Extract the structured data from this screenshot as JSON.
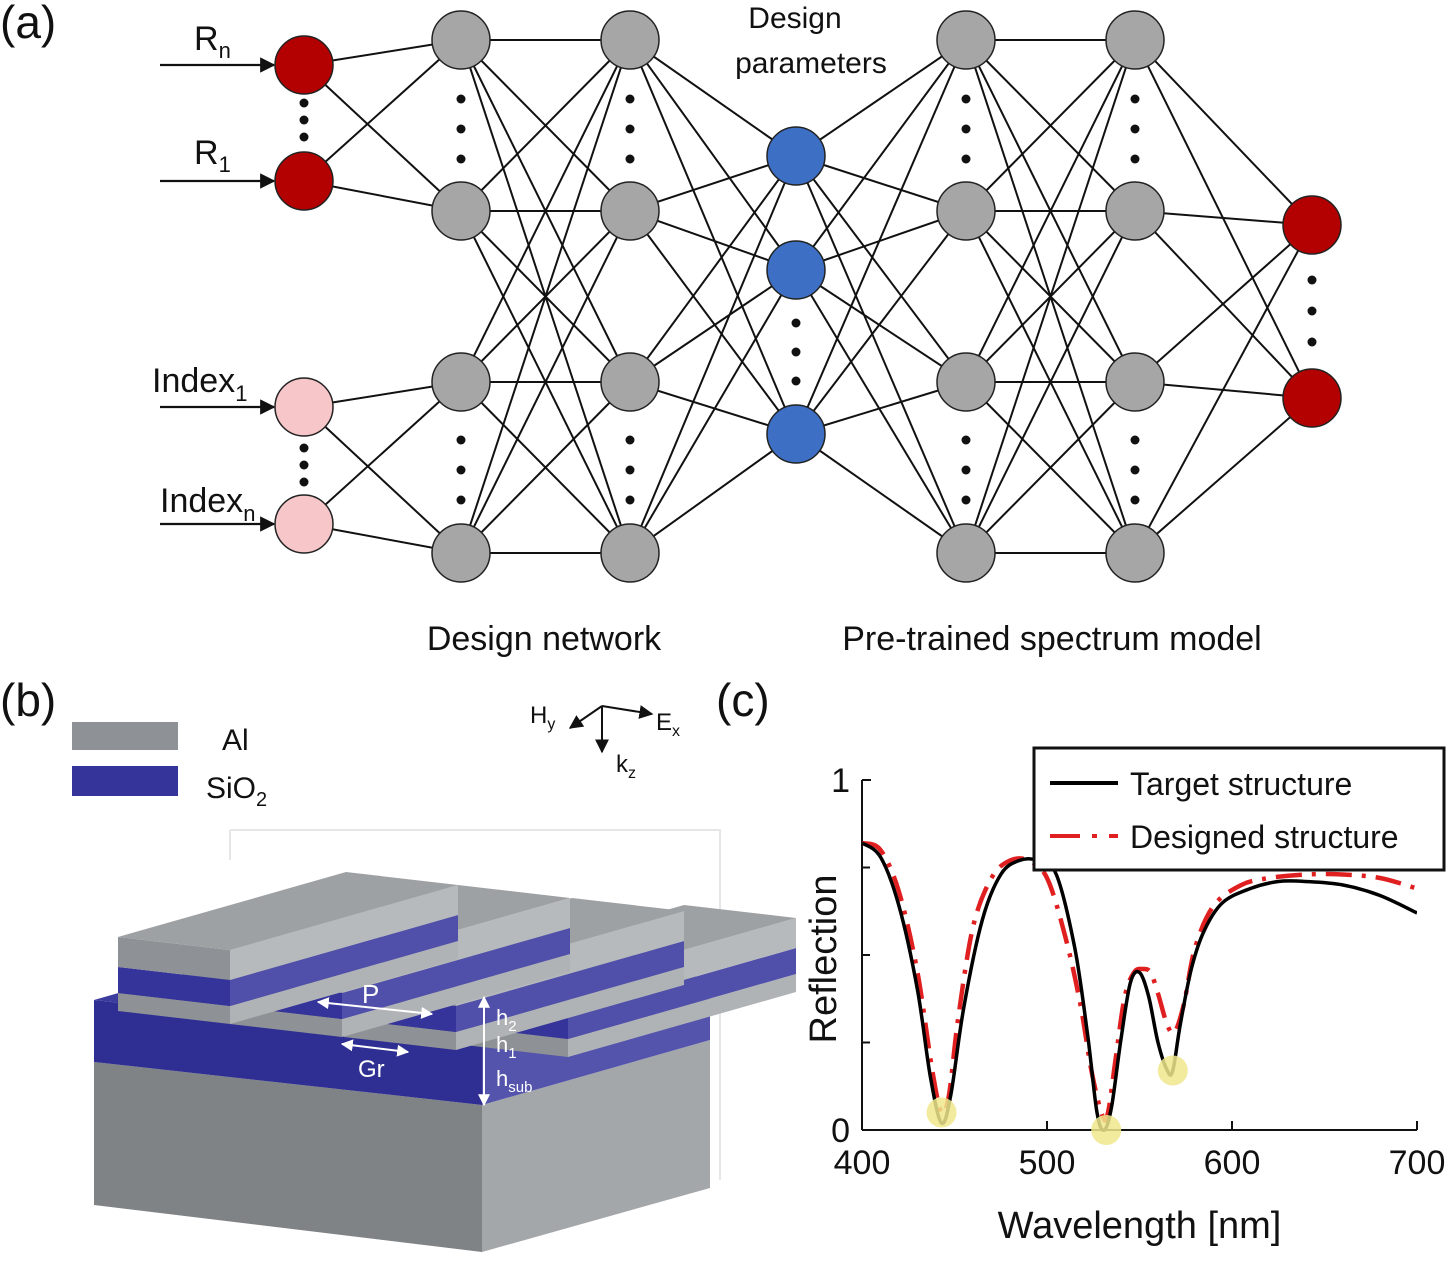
{
  "panel_a": {
    "label": "(a)",
    "inputs": {
      "r_n": "R",
      "r_n_sub": "n",
      "r_1": "R",
      "r_1_sub": "1",
      "index_1": "Index",
      "index_1_sub": "1",
      "index_n": "Index",
      "index_n_sub": "n"
    },
    "design_params_line1": "Design",
    "design_params_line2": "parameters",
    "design_network": "Design network",
    "spectrum_model": "Pre-trained spectrum model",
    "colors": {
      "red_node": "#b30000",
      "pink_node": "#f7c6c9",
      "gray_node": "#a6a6a6",
      "blue_node": "#3d70c4"
    }
  },
  "panel_b": {
    "label": "(b)",
    "legend_al": "Al",
    "legend_sio2": "SiO",
    "legend_sio2_sub": "2",
    "axis_hy": "H",
    "axis_hy_sub": "y",
    "axis_ex": "E",
    "axis_ex_sub": "x",
    "axis_kz": "k",
    "axis_kz_sub": "z",
    "dim_p": "P",
    "dim_gr": "Gr",
    "dim_h2": "h",
    "dim_h2_sub": "2",
    "dim_h1": "h",
    "dim_h1_sub": "1",
    "dim_hsub": "h",
    "dim_hsub_sub": "sub",
    "colors": {
      "al": "#8e9296",
      "sio2": "#34349a"
    }
  },
  "panel_c": {
    "label": "(c)"
  },
  "chart_data": {
    "type": "line",
    "xlabel": "Wavelength [nm]",
    "ylabel": "Reflection",
    "xlim": [
      400,
      700
    ],
    "ylim": [
      0,
      1
    ],
    "xticks": [
      400,
      500,
      600,
      700
    ],
    "yticks": [
      0,
      1
    ],
    "legend_position": "top-right",
    "series": [
      {
        "name": "Target structure",
        "color": "#000000",
        "style": "solid",
        "x": [
          400,
          410,
          420,
          430,
          437,
          443,
          448,
          455,
          465,
          475,
          485,
          495,
          505,
          515,
          522,
          527,
          531,
          535,
          540,
          545,
          550,
          555,
          560,
          565,
          568,
          572,
          578,
          585,
          595,
          610,
          625,
          640,
          660,
          680,
          700
        ],
        "y": [
          0.82,
          0.78,
          0.64,
          0.4,
          0.15,
          0.02,
          0.1,
          0.35,
          0.6,
          0.73,
          0.77,
          0.77,
          0.73,
          0.52,
          0.27,
          0.05,
          0.0,
          0.07,
          0.26,
          0.42,
          0.45,
          0.38,
          0.25,
          0.17,
          0.17,
          0.3,
          0.46,
          0.57,
          0.65,
          0.69,
          0.71,
          0.71,
          0.7,
          0.67,
          0.62
        ]
      },
      {
        "name": "Designed structure",
        "color": "#e02020",
        "style": "dash-dot",
        "x": [
          400,
          410,
          420,
          430,
          438,
          443,
          447,
          452,
          460,
          470,
          480,
          490,
          500,
          510,
          518,
          524,
          530,
          533,
          537,
          542,
          547,
          552,
          556,
          560,
          565,
          569,
          574,
          580,
          590,
          605,
          620,
          640,
          660,
          680,
          700
        ],
        "y": [
          0.82,
          0.8,
          0.68,
          0.45,
          0.17,
          0.05,
          0.1,
          0.32,
          0.58,
          0.72,
          0.77,
          0.77,
          0.72,
          0.55,
          0.36,
          0.17,
          0.04,
          0.05,
          0.2,
          0.38,
          0.45,
          0.46,
          0.45,
          0.39,
          0.3,
          0.28,
          0.36,
          0.52,
          0.64,
          0.7,
          0.72,
          0.73,
          0.73,
          0.72,
          0.69
        ]
      }
    ],
    "markers": {
      "color": "#f0e68c",
      "points": [
        {
          "x": 443,
          "y": 0.05
        },
        {
          "x": 532,
          "y": 0.0
        },
        {
          "x": 568,
          "y": 0.17
        }
      ]
    }
  }
}
